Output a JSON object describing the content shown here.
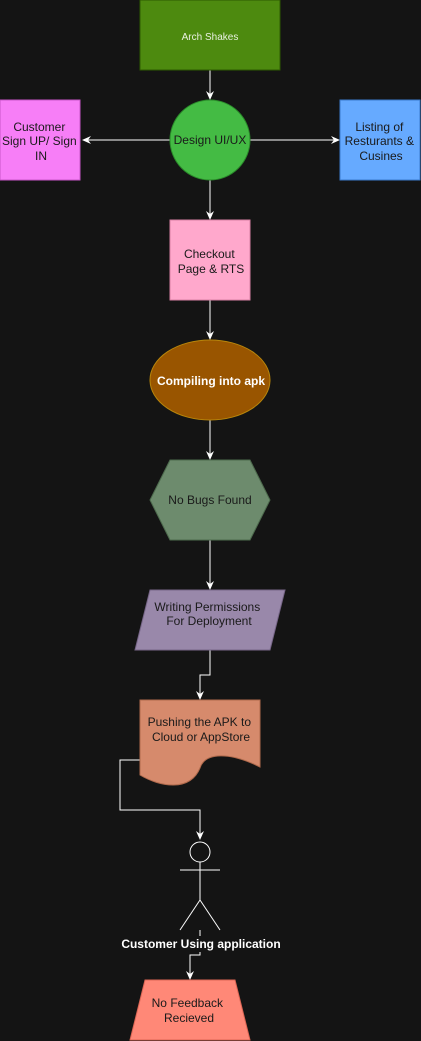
{
  "nodes": {
    "arch": {
      "lines": [
        "Arch  Shakes"
      ],
      "fill": "#4d8a0f",
      "stroke": "#2d5a00",
      "text_color": "#e8f0e0"
    },
    "design": {
      "lines": [
        "Design UI/UX"
      ],
      "fill": "#44bb44",
      "stroke": "#2a8a2a",
      "text_color": "#1a1a1a"
    },
    "signup": {
      "lines": [
        "Customer",
        "Sign UP/ Sign",
        "IN"
      ],
      "fill": "#f77ef7",
      "stroke": "#c855c8",
      "text_color": "#1a1a1a"
    },
    "listing": {
      "lines": [
        "Listing of",
        "Resturants &",
        "Cusines"
      ],
      "fill": "#66aaff",
      "stroke": "#3a7acc",
      "text_color": "#1a1a1a"
    },
    "checkout": {
      "lines": [
        "Checkout",
        "Page & RTS"
      ],
      "fill": "#ffa8cc",
      "stroke": "#d880a4",
      "text_color": "#1a1a1a"
    },
    "compile": {
      "lines": [
        "Compiling into apk"
      ],
      "fill": "#995500",
      "stroke": "#b8860b",
      "text_color": "#ffffff"
    },
    "nobugs": {
      "lines": [
        "No Bugs Found"
      ],
      "fill": "#6d8b6d",
      "stroke": "#4d6b4d",
      "text_color": "#1a1a1a"
    },
    "permissions": {
      "lines": [
        "Writing Permissions",
        "For Deployment"
      ],
      "fill": "#9988aa",
      "stroke": "#776688",
      "text_color": "#1a1a1a"
    },
    "pushing": {
      "lines": [
        "Pushing the APK to",
        "Cloud or AppStore"
      ],
      "fill": "#d68a6c",
      "stroke": "#b06a4c",
      "text_color": "#1a1a1a"
    },
    "customer": {
      "label": "Customer Using application",
      "stroke": "#ffffff",
      "text_color": "#ffffff"
    },
    "feedback": {
      "lines": [
        "No Feedback",
        "Recieved"
      ],
      "fill": "#ff8877",
      "stroke": "#dd6655",
      "text_color": "#1a1a1a"
    }
  },
  "edge_color": "#ffffff"
}
